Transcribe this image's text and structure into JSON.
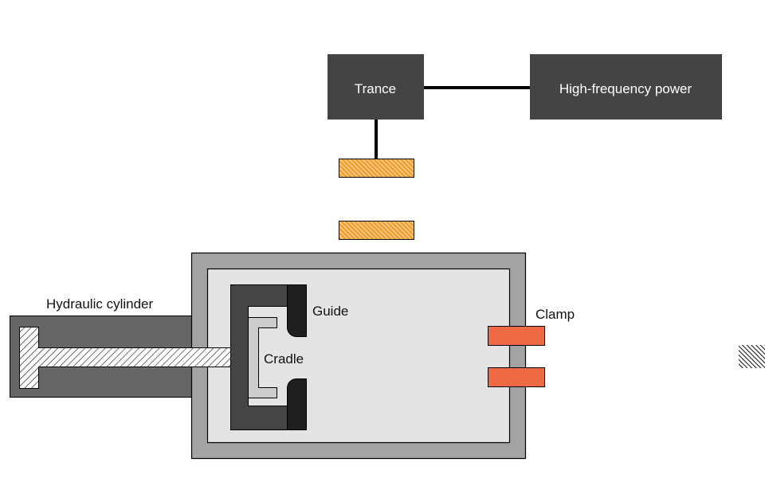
{
  "diagram": {
    "blocks": {
      "trance": {
        "label": "Trance"
      },
      "power": {
        "label": "High-frequency power"
      }
    },
    "labels": {
      "hydraulic_cylinder": "Hydraulic cylinder",
      "guide": "Guide",
      "cradle": "Cradle",
      "clamp": "Clamp"
    },
    "colors": {
      "block_fill": "#444444",
      "coil_fill": "#F4A030",
      "chamber_outer": "#A3A3A3",
      "chamber_inner": "#E4E4E4",
      "cylinder_body": "#666666",
      "frame_dark": "#454545",
      "guide_fill": "#1F1F1F",
      "cradle_fill": "#CCCCCC",
      "clamp_fill": "#EE6A43"
    }
  }
}
